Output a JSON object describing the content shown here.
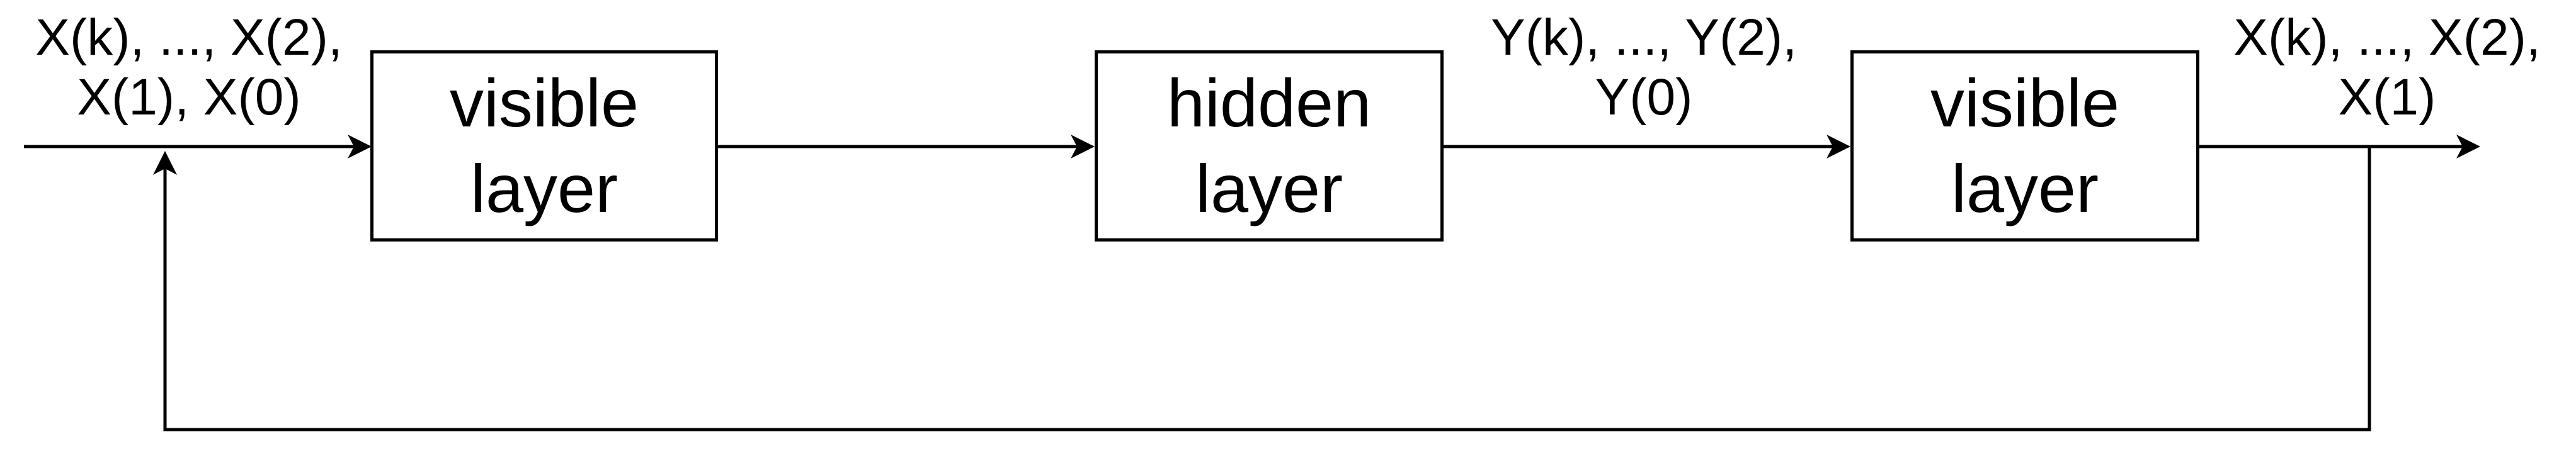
{
  "diagram": {
    "input_label": {
      "line1": "X(k), ..., X(2),",
      "line2": "X(1), X(0)"
    },
    "box_visible_1": {
      "line1": "visible",
      "line2": "layer"
    },
    "box_hidden": {
      "line1": "hidden",
      "line2": "layer"
    },
    "hidden_output_label": {
      "line1": "Y(k), ..., Y(2),",
      "line2": "Y(0)"
    },
    "box_visible_2": {
      "line1": "visible",
      "line2": "layer"
    },
    "output_label": {
      "line1": "X(k), ..., X(2),",
      "line2": "X(1)"
    }
  }
}
